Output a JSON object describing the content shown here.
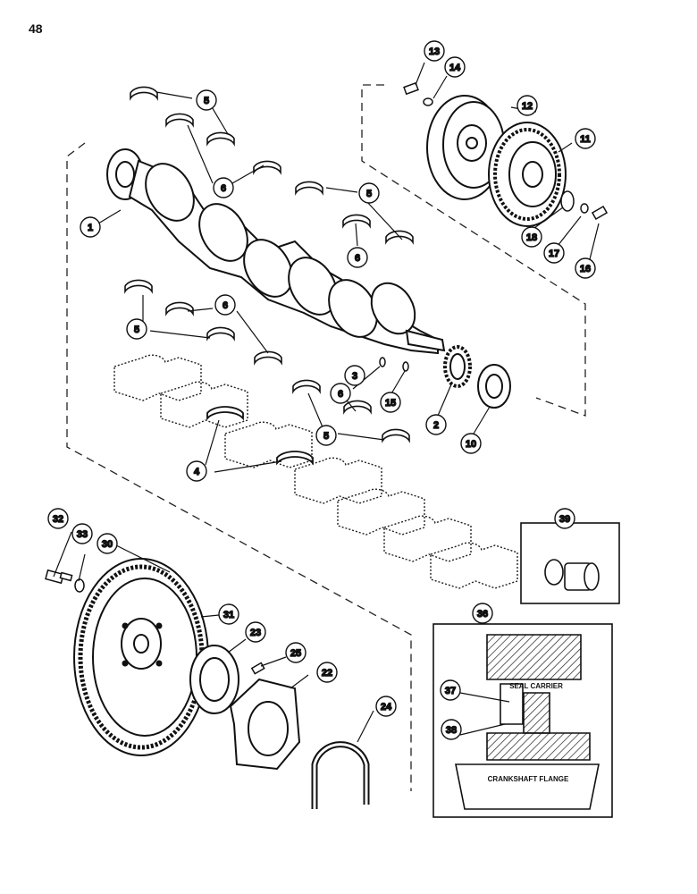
{
  "page_number": "48",
  "callouts": {
    "c1": "1",
    "c2": "2",
    "c3": "3",
    "c4": "4",
    "c5a": "5",
    "c5b": "5",
    "c5c": "5",
    "c5d": "5",
    "c6a": "6",
    "c6b": "6",
    "c6c": "6",
    "c6d": "6",
    "c10": "10",
    "c11": "11",
    "c12": "12",
    "c13": "13",
    "c14": "14",
    "c15": "15",
    "c16": "16",
    "c17": "17",
    "c18": "18",
    "c22": "22",
    "c23": "23",
    "c24": "24",
    "c25": "25",
    "c30": "30",
    "c31": "31",
    "c32": "32",
    "c33": "33",
    "c36": "36",
    "c37": "37",
    "c38": "38",
    "c39": "39"
  },
  "inset_36": {
    "seal_carrier_label": "SEAL CARRIER",
    "crankshaft_flange_label": "CRANKSHAFT FLANGE"
  }
}
